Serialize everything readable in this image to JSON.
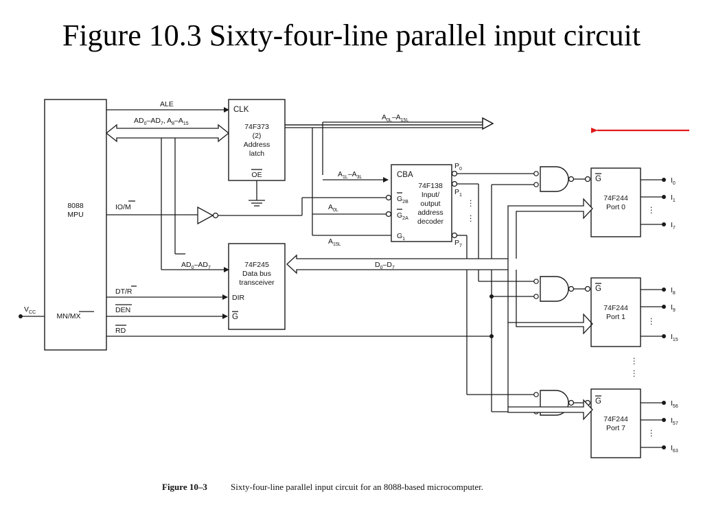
{
  "slide": {
    "title": "Figure 10.3 Sixty-four-line parallel input circuit",
    "pointer_color": "#e0191a"
  },
  "diagram": {
    "mpu": {
      "name": "8088",
      "sub": "MPU",
      "pins": [
        "IO/M",
        "MN/MX"
      ]
    },
    "vcc": {
      "label": "V",
      "sub": "CC"
    },
    "signals": {
      "ale": "ALE",
      "address_bus": {
        "a": "AD",
        "a_sub": "0",
        "b": "–AD",
        "b_sub": "7",
        "c": ", A",
        "c_sub": "8",
        "d": "–A",
        "d_sub": "15"
      },
      "io_m": "IO/M",
      "data_to_245": {
        "a": "AD",
        "a_sub": "0",
        "b": "–AD",
        "b_sub": "7"
      },
      "dt_r": "DT/R",
      "den": "DEN",
      "rd": "RD",
      "a0l_a15l": {
        "a": "A",
        "a_sub": "0L",
        "b": "–A",
        "b_sub": "15L"
      },
      "a1l_a3l": {
        "a": "A",
        "a_sub": "1L",
        "b": "–A",
        "b_sub": "3L"
      },
      "a0l": {
        "a": "A",
        "a_sub": "0L"
      },
      "a15l": {
        "a": "A",
        "a_sub": "15L"
      },
      "d0_d7": {
        "a": "D",
        "a_sub": "0",
        "b": "–D",
        "b_sub": "7"
      }
    },
    "latch": {
      "clk": "CLK",
      "lines": [
        "74F373",
        "(2)",
        "Address",
        "latch"
      ],
      "oe": "OE"
    },
    "decoder": {
      "cba": "CBA",
      "lines": [
        "74F138",
        "Input/",
        "output",
        "address",
        "decoder"
      ],
      "g2b": "G",
      "g2b_sub": "2B",
      "g2a": "G",
      "g2a_sub": "2A",
      "g1": "G",
      "g1_sub": "1",
      "p0": "P",
      "p0_sub": "0",
      "p1": "P",
      "p1_sub": "1",
      "p7": "P",
      "p7_sub": "7"
    },
    "transceiver": {
      "lines": [
        "74F245",
        "Data bus",
        "transceiver"
      ],
      "dir": "DIR",
      "g": "G"
    },
    "ports": [
      {
        "chip": "74F244",
        "name": "Port 0",
        "g": "G",
        "outputs": [
          {
            "l": "I",
            "s": "0"
          },
          {
            "l": "I",
            "s": "1"
          },
          {
            "l": "I",
            "s": "7"
          }
        ]
      },
      {
        "chip": "74F244",
        "name": "Port 1",
        "g": "G",
        "outputs": [
          {
            "l": "I",
            "s": "8"
          },
          {
            "l": "I",
            "s": "9"
          },
          {
            "l": "I",
            "s": "15"
          }
        ]
      },
      {
        "chip": "74F244",
        "name": "Port 7",
        "g": "G",
        "outputs": [
          {
            "l": "I",
            "s": "56"
          },
          {
            "l": "I",
            "s": "57"
          },
          {
            "l": "I",
            "s": "63"
          }
        ]
      }
    ],
    "caption": {
      "label": "Figure 10–3",
      "text": "Sixty-four-line parallel input circuit for an 8088-based microcomputer."
    }
  }
}
